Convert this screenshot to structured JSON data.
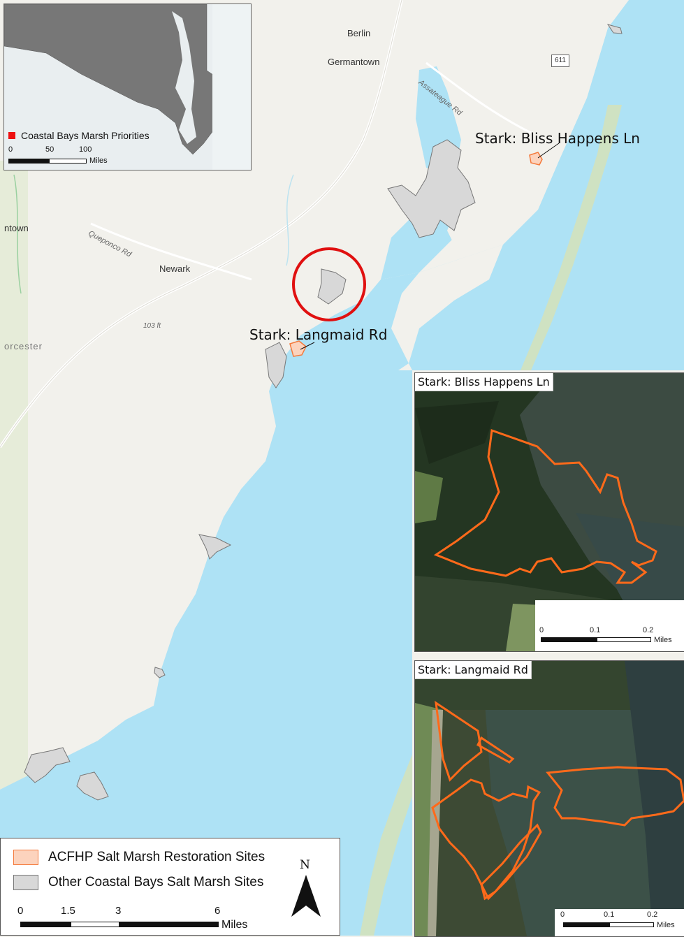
{
  "map": {
    "towns": [
      {
        "name": "Berlin"
      },
      {
        "name": "Germantown"
      },
      {
        "name": "Newark"
      },
      {
        "name": "ntown"
      },
      {
        "name": "orcester"
      }
    ],
    "roads": [
      {
        "name": "Assateague Rd"
      },
      {
        "name": "Queponco Rd"
      }
    ],
    "route_shield": "611",
    "elevation": "103 ft",
    "site_labels": {
      "bliss": "Stark: Bliss Happens Ln",
      "langmaid": "Stark: Langmaid Rd"
    },
    "highlight_color": "#e01010",
    "site_color": "#f47a3c"
  },
  "locator": {
    "legend_label": "Coastal Bays Marsh Priorities",
    "scale_ticks": [
      "0",
      "50",
      "100"
    ],
    "scale_unit": "Miles"
  },
  "inset_bliss": {
    "title": "Stark: Bliss Happens Ln",
    "scale_ticks": [
      "0",
      "0.1",
      "0.2"
    ],
    "scale_unit": "Miles"
  },
  "inset_langmaid": {
    "title": "Stark: Langmaid Rd",
    "scale_ticks": [
      "0",
      "0.1",
      "0.2"
    ],
    "scale_unit": "Miles"
  },
  "legend": {
    "items": [
      {
        "label": "ACFHP Salt Marsh Restoration Sites",
        "fill": "#fcd3bd",
        "stroke": "#f47a3c"
      },
      {
        "label": "Other Coastal Bays Salt Marsh Sites",
        "fill": "#d8d8d8",
        "stroke": "#777777"
      }
    ],
    "scale_ticks": [
      "0",
      "1.5",
      "3",
      "6"
    ],
    "scale_unit": "Miles",
    "north_label": "N"
  }
}
